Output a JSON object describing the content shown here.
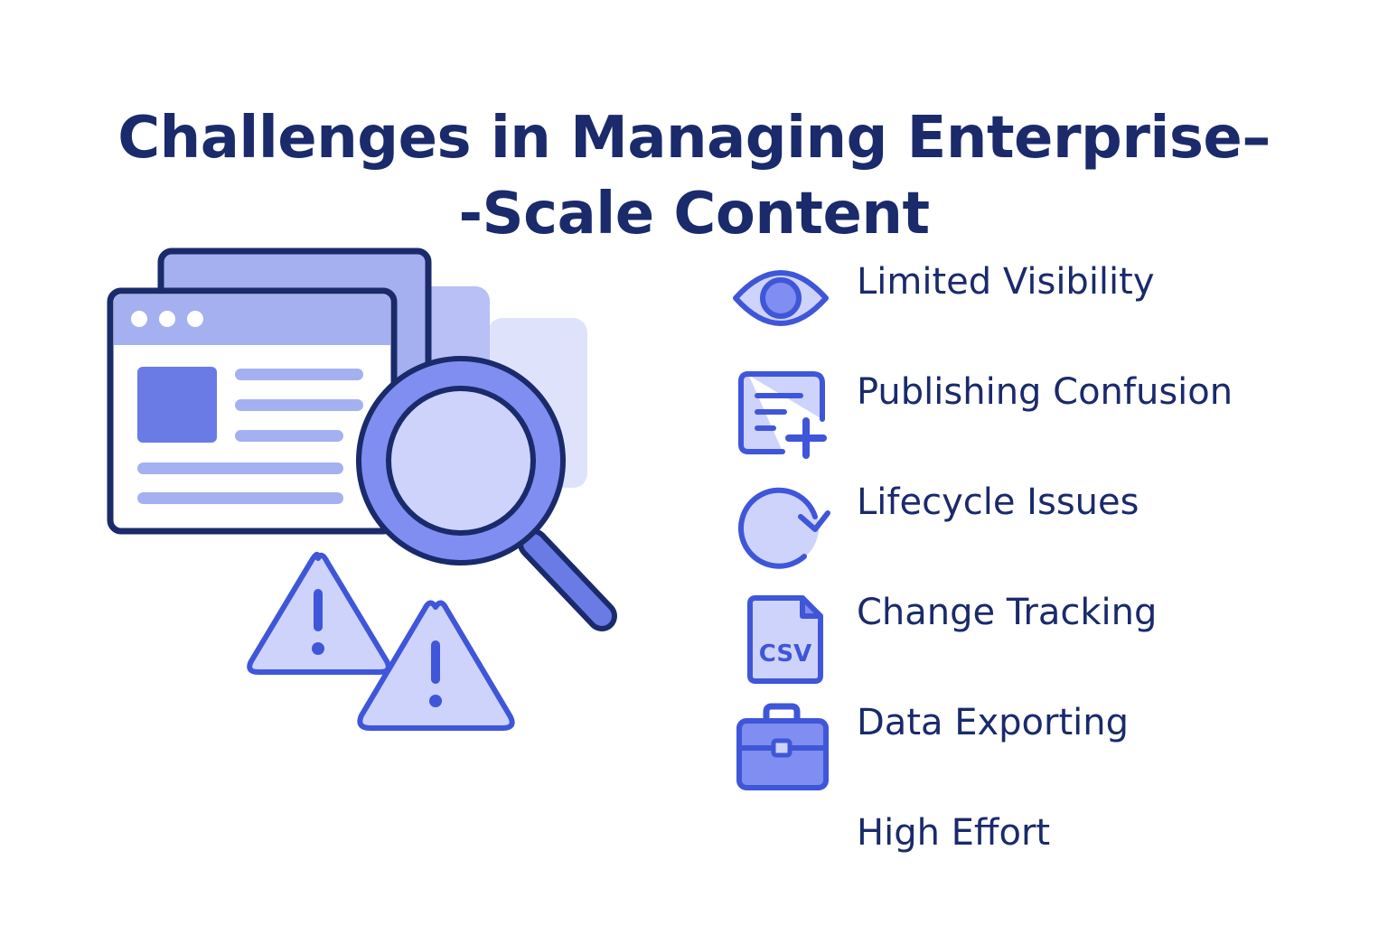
{
  "title": {
    "line1": "Challenges in Managing Enterprise–",
    "line2": "-Scale Content"
  },
  "colors": {
    "navy": "#1a2a6b",
    "accent": "#3f56d9",
    "light": "#cdd3fb",
    "mid": "#7f8ef0",
    "pale": "#a5b0f0"
  },
  "items": [
    {
      "label": "Limited Visibility",
      "icon": "eye-icon"
    },
    {
      "label": "Publishing Confusion",
      "icon": "document-plus-icon"
    },
    {
      "label": "Lifecycle Issues",
      "icon": "refresh-icon"
    },
    {
      "label": "Change Tracking",
      "icon": "csv-file-icon",
      "icon_text": "CSV"
    },
    {
      "label": "Data Exporting",
      "icon": "briefcase-icon"
    },
    {
      "label": "High Effort",
      "icon": ""
    }
  ]
}
